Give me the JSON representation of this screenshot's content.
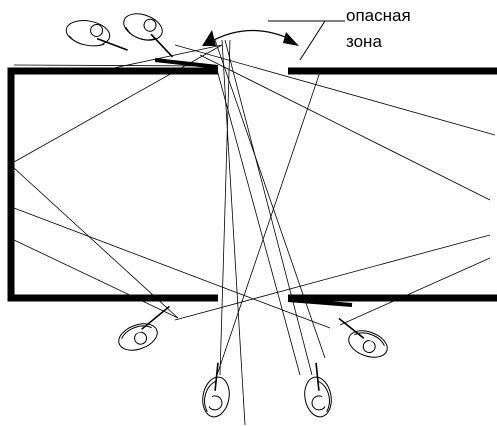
{
  "danger_zone": {
    "label_line1": "опасная",
    "label_line2": "зона"
  },
  "colors": {
    "ink": "#000000",
    "paper": "#ffffff"
  },
  "figures": [
    {
      "id": "top-left-shooter-1",
      "icon": "shooter-prone-icon"
    },
    {
      "id": "top-left-shooter-2",
      "icon": "shooter-prone-icon"
    },
    {
      "id": "bottom-left-shooter",
      "icon": "shooter-kneeling-icon"
    },
    {
      "id": "bottom-center-left-shooter",
      "icon": "shooter-kneeling-icon"
    },
    {
      "id": "bottom-center-right-shooter",
      "icon": "shooter-kneeling-icon"
    },
    {
      "id": "bottom-right-shooter",
      "icon": "shooter-kneeling-icon"
    }
  ]
}
